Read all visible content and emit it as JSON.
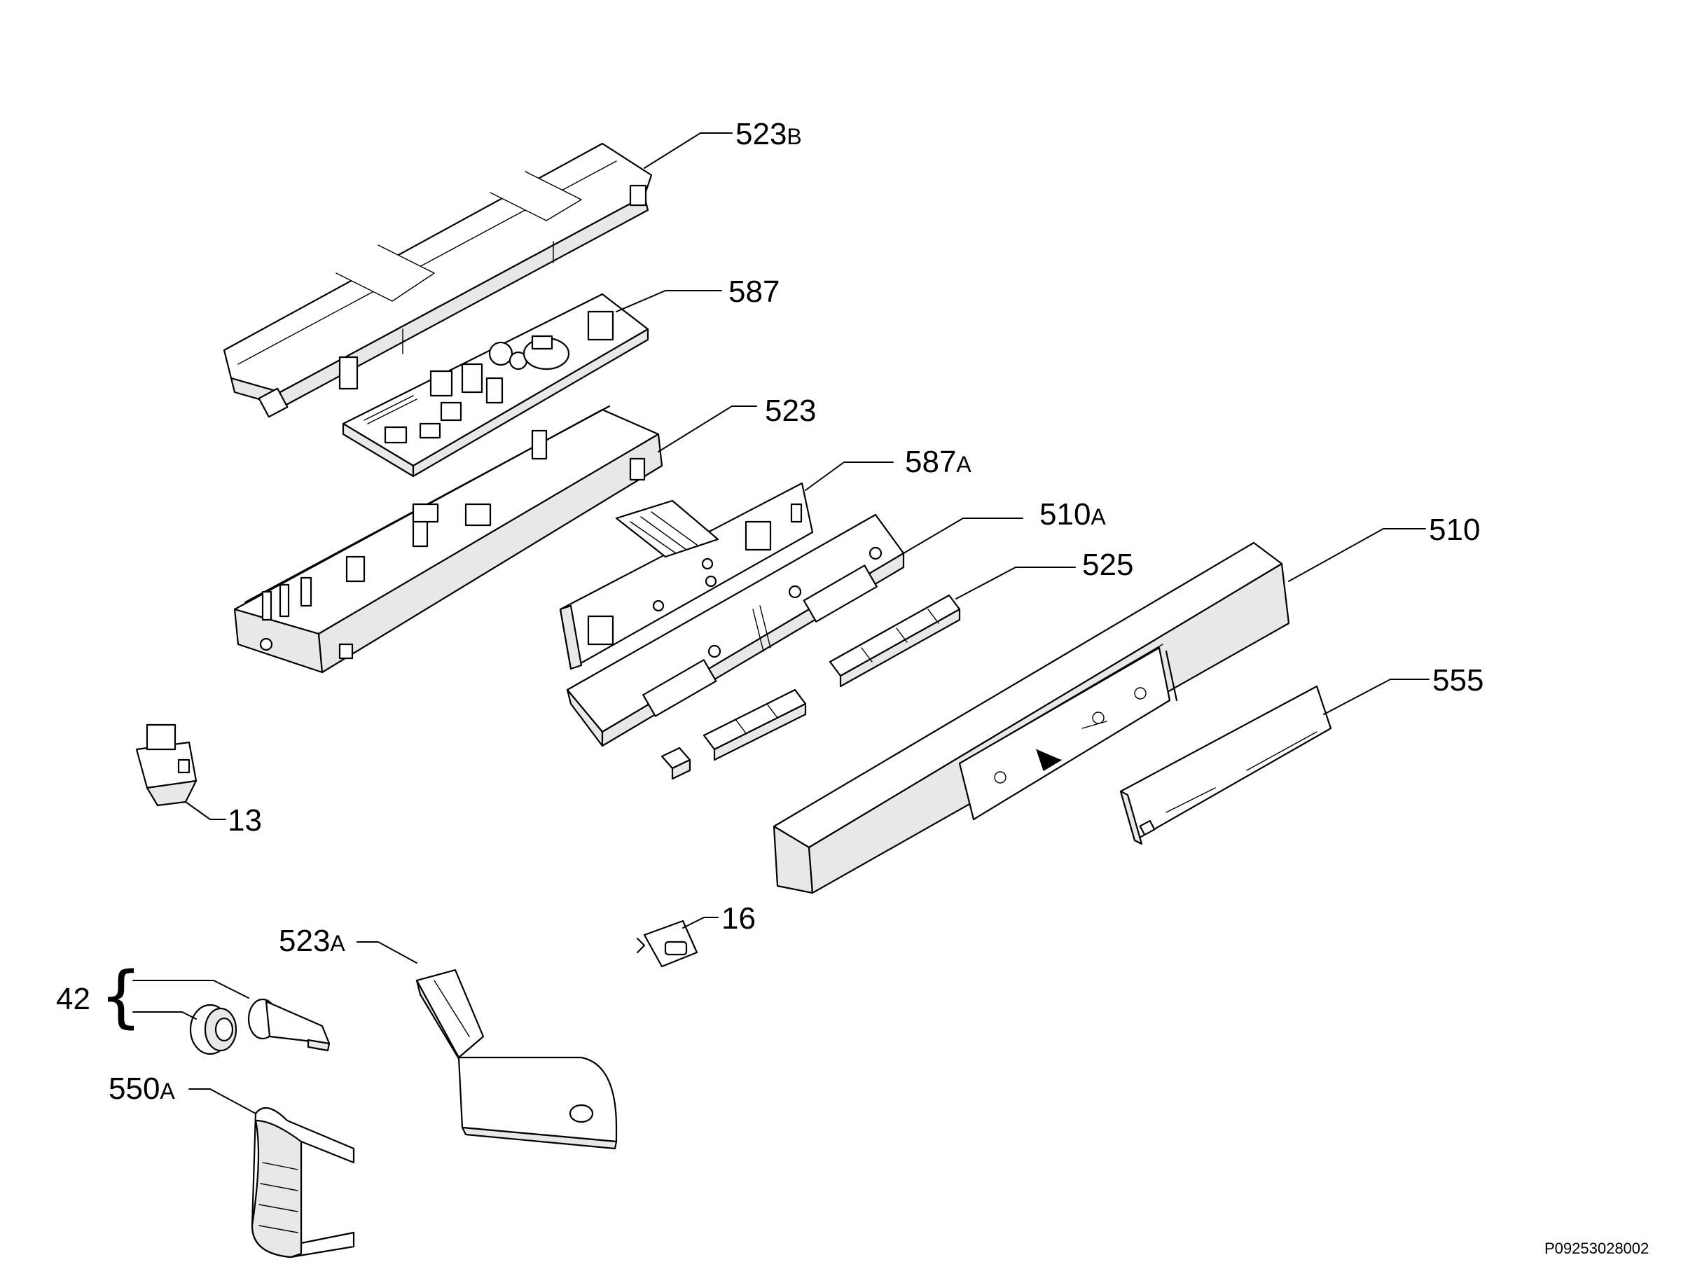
{
  "labels": {
    "p523b": {
      "num": "523",
      "suffix": "B"
    },
    "p587": {
      "num": "587",
      "suffix": ""
    },
    "p523": {
      "num": "523",
      "suffix": ""
    },
    "p587a": {
      "num": "587",
      "suffix": "A"
    },
    "p510a": {
      "num": "510",
      "suffix": "A"
    },
    "p510": {
      "num": "510",
      "suffix": ""
    },
    "p525": {
      "num": "525",
      "suffix": ""
    },
    "p555": {
      "num": "555",
      "suffix": ""
    },
    "p13": {
      "num": "13",
      "suffix": ""
    },
    "p16": {
      "num": "16",
      "suffix": ""
    },
    "p523a": {
      "num": "523",
      "suffix": "A"
    },
    "p42": {
      "num": "42",
      "suffix": ""
    },
    "p550a": {
      "num": "550",
      "suffix": "A"
    }
  },
  "document_id": "P09253028002"
}
